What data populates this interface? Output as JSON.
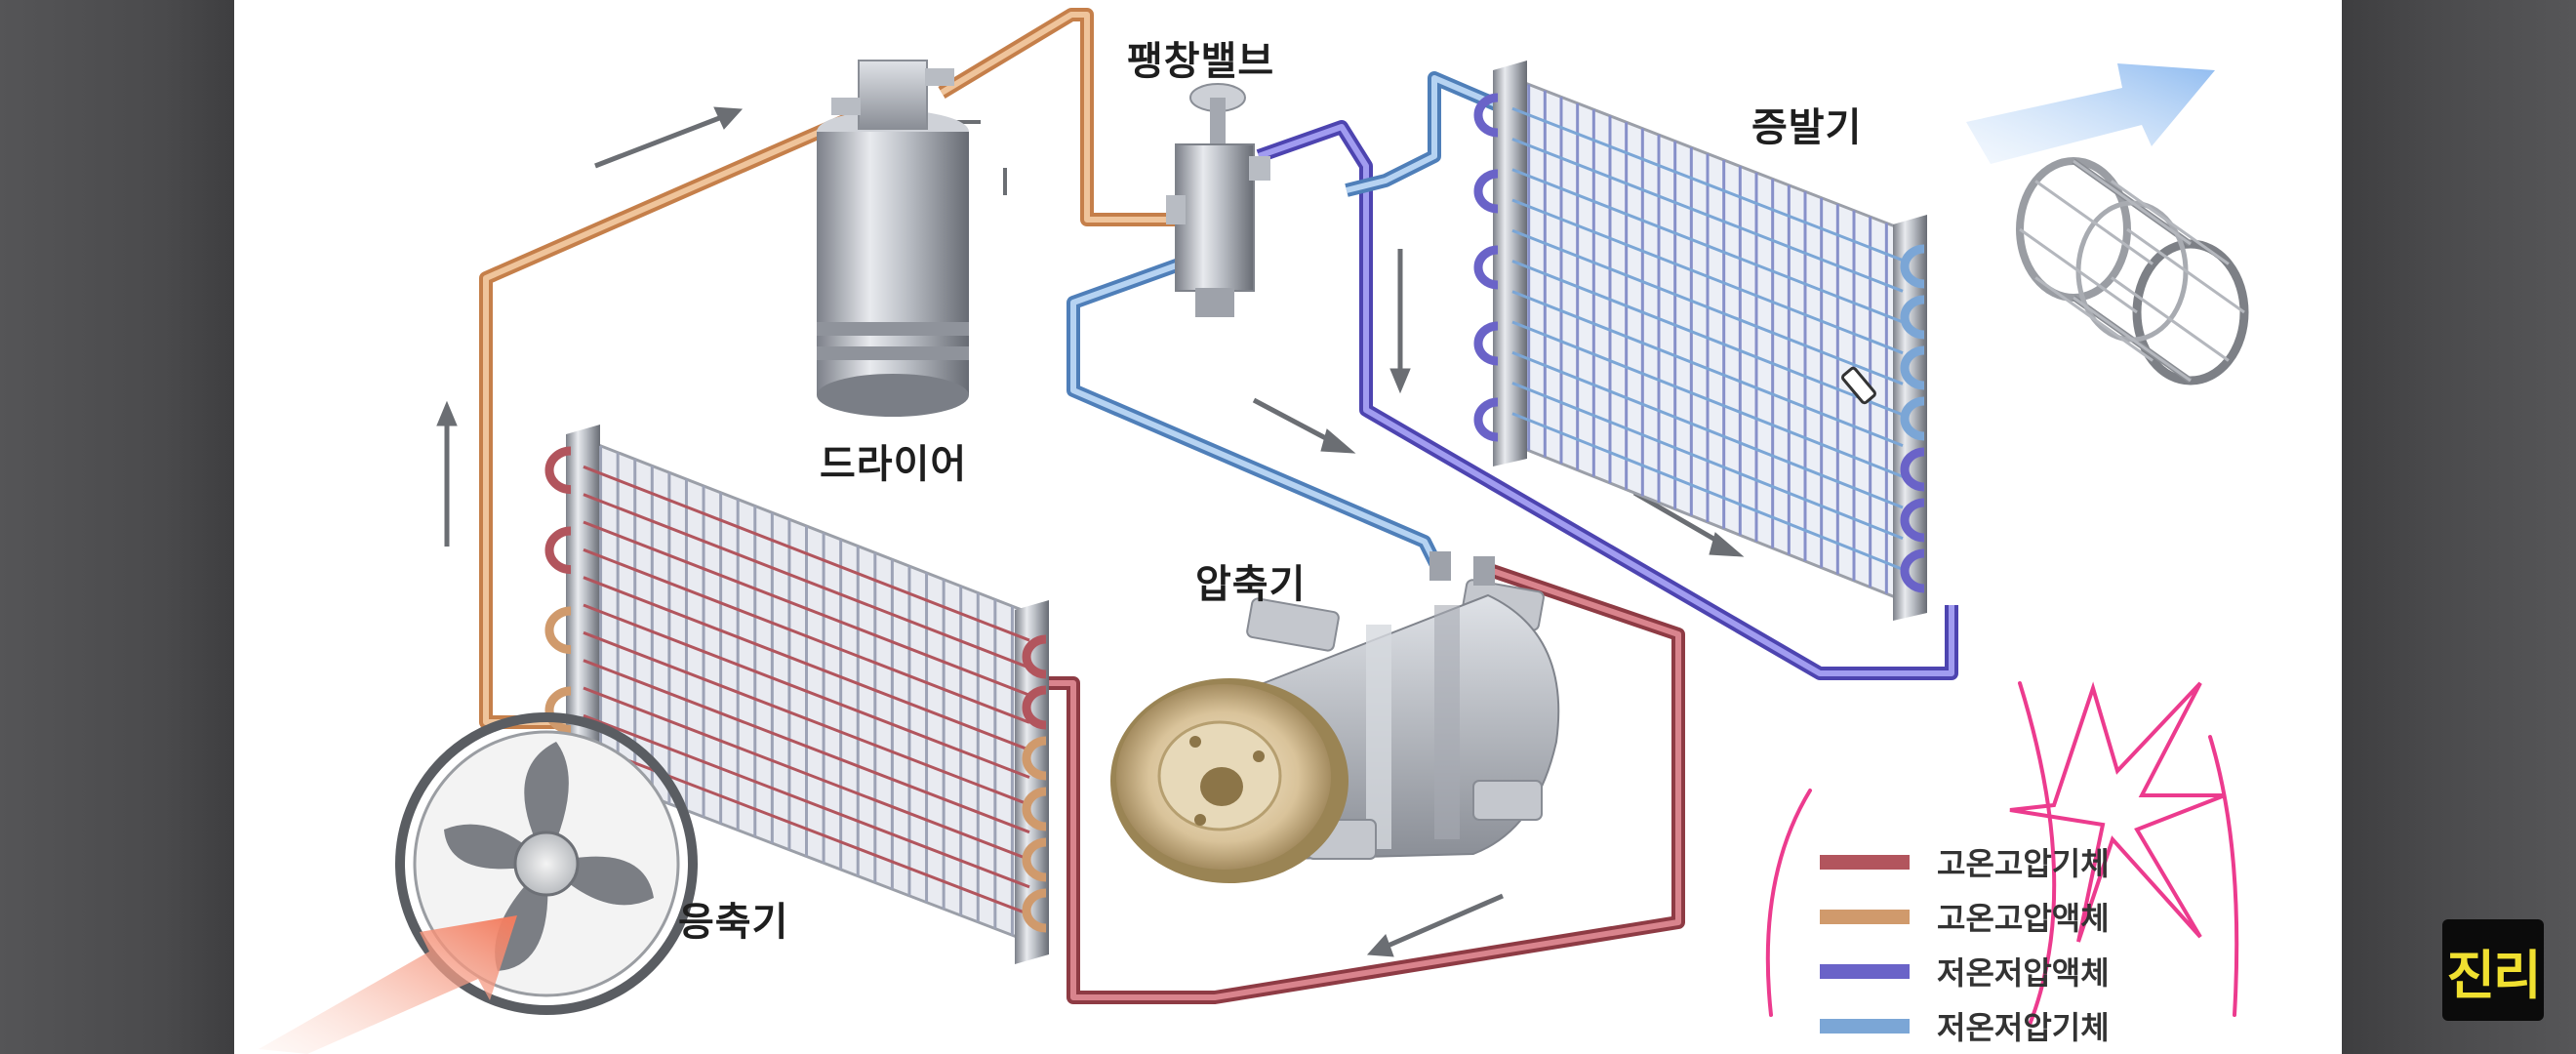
{
  "labels": {
    "expansion_valve": "팽창밸브",
    "evaporator": "증발기",
    "dryer": "드라이어",
    "compressor": "압축기",
    "condenser": "응축기"
  },
  "legend": [
    {
      "label": "고온고압기체",
      "color": "#b2555d"
    },
    {
      "label": "고온고압액체",
      "color": "#d09a6c"
    },
    {
      "label": "저온저압액체",
      "color": "#6a63c8"
    },
    {
      "label": "저온저압기체",
      "color": "#7ba6d6"
    }
  ],
  "badge": {
    "text": "진리"
  },
  "colors": {
    "hot_gas_pipe": "#b2555d",
    "hot_liquid_pipe": "#d09a6c",
    "cold_liquid_pipe": "#6a63c8",
    "cold_gas_pipe": "#7ba6d6",
    "airflow_hot": "#f27a5c",
    "airflow_cold": "#8fbbf0",
    "annotation_ink": "#ec3b8e"
  },
  "icons": [
    "fan-icon",
    "blower-icon",
    "airflow-arrow-icon",
    "flow-arrow-icon",
    "cursor-icon"
  ]
}
